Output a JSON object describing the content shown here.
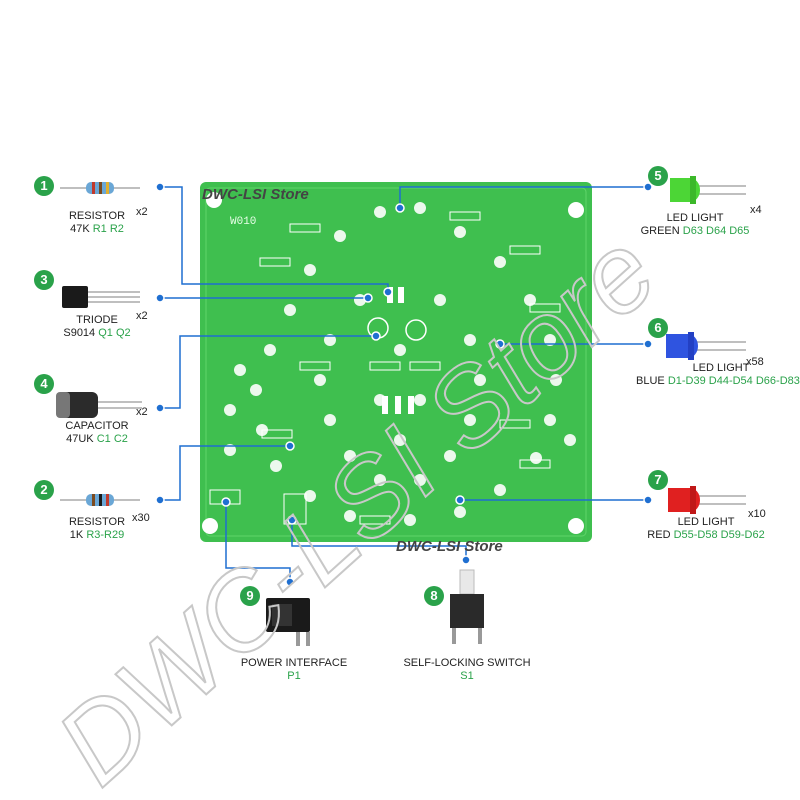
{
  "components": [
    {
      "num": "1",
      "name": "RESISTOR",
      "value": "47K",
      "ref": "R1 R2",
      "qty": "x2"
    },
    {
      "num": "2",
      "name": "RESISTOR",
      "value": "1K",
      "ref": "R3-R29",
      "qty": "x30"
    },
    {
      "num": "3",
      "name": "TRIODE",
      "value": "S9014",
      "ref": "Q1 Q2",
      "qty": "x2"
    },
    {
      "num": "4",
      "name": "CAPACITOR",
      "value": "47UK",
      "ref": "C1 C2",
      "qty": "x2"
    },
    {
      "num": "5",
      "name": "LED LIGHT",
      "value": "GREEN",
      "ref": "D63 D64 D65",
      "qty": "x4"
    },
    {
      "num": "6",
      "name": "LED LIGHT",
      "value": "BLUE",
      "ref": "D1-D39 D44-D54 D66-D83",
      "qty": "x58"
    },
    {
      "num": "7",
      "name": "LED LIGHT",
      "value": "RED",
      "ref": "D55-D58 D59-D62",
      "qty": "x10"
    },
    {
      "num": "8",
      "name": "SELF-LOCKING SWITCH",
      "ref": "S1"
    },
    {
      "num": "9",
      "name": "POWER INTERFACE",
      "ref": "P1"
    }
  ],
  "board": {
    "model": "W010"
  },
  "watermarks": {
    "small": "DWC-LSI Store",
    "large": "DWC-LSI Store"
  },
  "colors": {
    "accent": "#2aa24a",
    "board": "#3fbf4f",
    "line": "#1f6fd1"
  }
}
